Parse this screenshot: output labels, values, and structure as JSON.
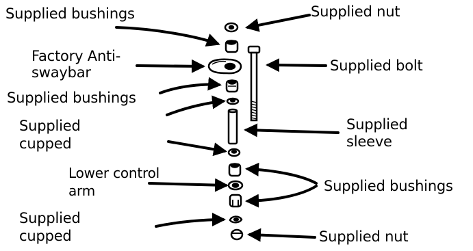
{
  "labels": {
    "bushings_top": "Supplied bushings",
    "nut_top": "Supplied nut",
    "antisway_line1": "Factory Anti-",
    "antisway_line2": "swaybar",
    "bolt": "Supplied bolt",
    "bushings_mid": "Supplied bushings",
    "cupped_top_line1": "Supplied",
    "cupped_top_line2": "cupped",
    "sleeve_line1": "Supplied",
    "sleeve_line2": "sleeve",
    "lower_arm_line1": "Lower control",
    "lower_arm_line2": "arm",
    "bushings_right": "Supplied bushings",
    "cupped_bottom_line1": "Supplied",
    "cupped_bottom_line2": "cupped",
    "nut_bottom": "Supplied nut"
  },
  "colors": {
    "ink": "#000000",
    "paper": "#ffffff"
  }
}
